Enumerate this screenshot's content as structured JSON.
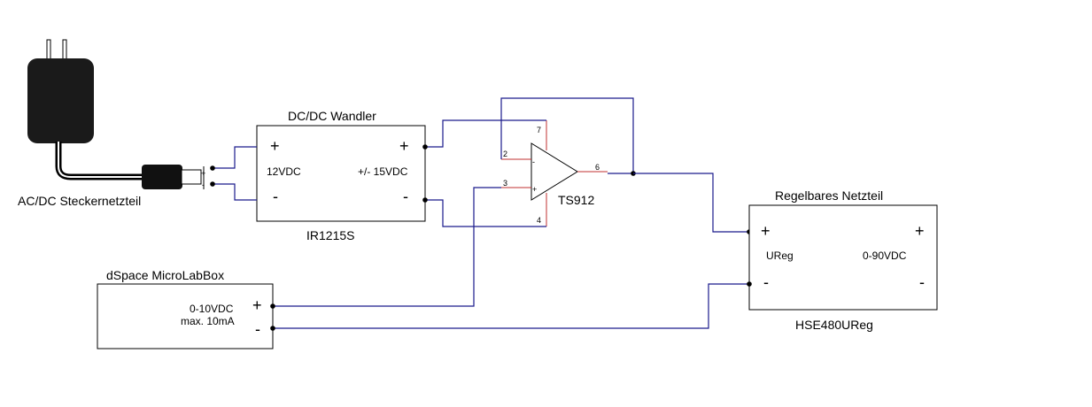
{
  "adapter": {
    "label": "AC/DC Steckernetzteil"
  },
  "dcdc": {
    "title": "DC/DC Wandler",
    "part": "IR1215S",
    "in_plus": "+",
    "in_minus": "-",
    "in_voltage": "12VDC",
    "out_plus": "+",
    "out_minus": "-",
    "out_voltage": "+/- 15VDC"
  },
  "opamp": {
    "part": "TS912",
    "pin2": "2",
    "pin3": "3",
    "pin4": "4",
    "pin6": "6",
    "pin7": "7",
    "inv_sign": "-",
    "noninv_sign": "+"
  },
  "supply": {
    "title": "Regelbares Netzteil",
    "part": "HSE480UReg",
    "in_plus": "+",
    "in_minus": "-",
    "in_label": "UReg",
    "out_plus": "+",
    "out_minus": "-",
    "out_voltage": "0-90VDC"
  },
  "dspace": {
    "title": "dSpace MicroLabBox",
    "range": "0-10VDC",
    "current": "max. 10mA",
    "plus": "+",
    "minus": "-"
  },
  "colors": {
    "wire": "#1a1a8c",
    "pin_wire": "#c03030",
    "line": "#000000"
  }
}
